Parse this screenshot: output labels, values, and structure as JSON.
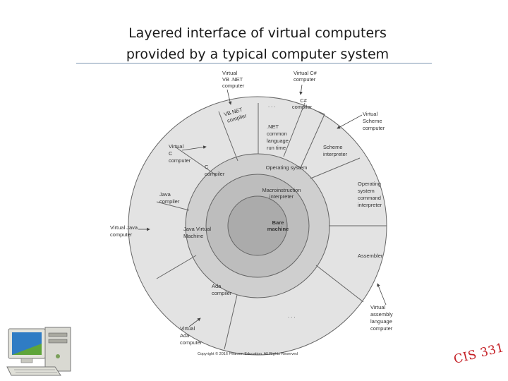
{
  "title": {
    "line1": "Layered interface of virtual computers",
    "line2": "provided by a typical computer system"
  },
  "diagram": {
    "core": [
      "Bare",
      "machine"
    ],
    "macro": [
      "Macroinstruction",
      "interpreter"
    ],
    "os": "Operating system",
    "sectors": {
      "vbnet_compiler": [
        "VB.NET",
        "compiler"
      ],
      "cs_compiler": [
        "C#",
        "compiler"
      ],
      "dots_top": ". . .",
      "clr": [
        ".NET",
        "common",
        "language",
        "run time"
      ],
      "c_compiler": [
        "C",
        "compiler"
      ],
      "scheme": [
        "Scheme",
        "interpreter"
      ],
      "java_compiler": [
        "Java",
        "compiler"
      ],
      "jvm": [
        "Java Virtual",
        "Machine"
      ],
      "os_cmd": [
        "Operating",
        "system",
        "command",
        "interpreter"
      ],
      "assembler": "Assembler",
      "ada": [
        "Ada",
        "compiler"
      ],
      "dots_bottom": ". . ."
    },
    "external": {
      "vbnet": [
        "Virtual",
        "VB .NET",
        "computer"
      ],
      "cs": [
        "Virtual C#",
        "computer"
      ],
      "scheme": [
        "Virtual",
        "Scheme",
        "computer"
      ],
      "c": [
        "Virtual",
        "C",
        "computer"
      ],
      "java": [
        "Virtual Java",
        "computer"
      ],
      "assembly": [
        "Virtual",
        "assembly",
        "language",
        "computer"
      ],
      "ada": [
        "Virtual",
        "Ada",
        "computer"
      ]
    },
    "copyright": "Copyright © 2016 Pearson Education. All Rights Reserved"
  },
  "badge": "CIS 331",
  "colors": {
    "core": "#ababab",
    "macro": "#bdbdbd",
    "os_ring": "#cfcfcf",
    "outer_ring": "#e3e3e3",
    "badge": "#c41e24",
    "rule": "#7f97b3"
  }
}
